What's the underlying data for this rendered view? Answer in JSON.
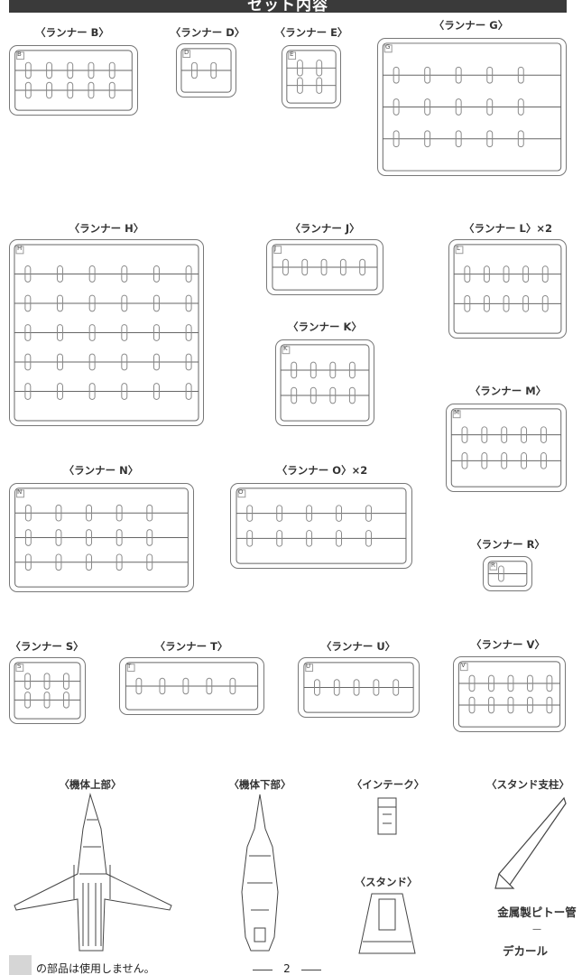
{
  "header": {
    "title": "セット内容"
  },
  "runners": [
    {
      "id": "B",
      "label": "〈ランナー B〉"
    },
    {
      "id": "D",
      "label": "〈ランナー D〉"
    },
    {
      "id": "E",
      "label": "〈ランナー E〉"
    },
    {
      "id": "G",
      "label": "〈ランナー G〉"
    },
    {
      "id": "H",
      "label": "〈ランナー H〉"
    },
    {
      "id": "J",
      "label": "〈ランナー J〉"
    },
    {
      "id": "L",
      "label": "〈ランナー L〉×2"
    },
    {
      "id": "K",
      "label": "〈ランナー K〉"
    },
    {
      "id": "M",
      "label": "〈ランナー M〉"
    },
    {
      "id": "N",
      "label": "〈ランナー N〉"
    },
    {
      "id": "O",
      "label": "〈ランナー O〉×2"
    },
    {
      "id": "R",
      "label": "〈ランナー R〉"
    },
    {
      "id": "S",
      "label": "〈ランナー S〉"
    },
    {
      "id": "T",
      "label": "〈ランナー T〉"
    },
    {
      "id": "U",
      "label": "〈ランナー U〉"
    },
    {
      "id": "V",
      "label": "〈ランナー V〉"
    }
  ],
  "parts": {
    "upper_fuselage": "〈機体上部〉",
    "lower_fuselage": "〈機体下部〉",
    "intake": "〈インテーク〉",
    "stand_strut": "〈スタンド支柱〉",
    "stand": "〈スタンド〉",
    "pitot": "金属製ピトー管",
    "dash": "—",
    "decal": "デカール"
  },
  "footer": {
    "note": "の部品は使用しません。",
    "page": "2"
  },
  "colors": {
    "header_bg": "#3a3a3a",
    "unused_marker": "#d6d6d6"
  }
}
